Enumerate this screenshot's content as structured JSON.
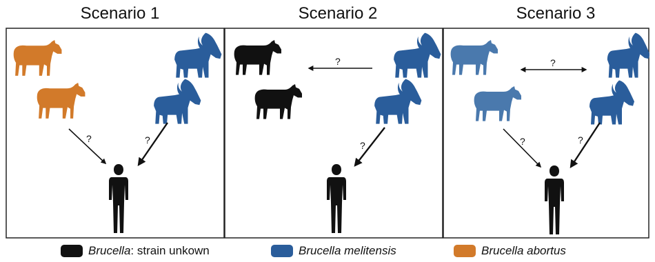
{
  "scenarios": [
    {
      "title": "Scenario 1"
    },
    {
      "title": "Scenario 2"
    },
    {
      "title": "Scenario 3"
    }
  ],
  "transmission_label": "?",
  "colors": {
    "unknown": "#111111",
    "melitensis": "#2a5d9b",
    "melitensis_light": "#4a79ad",
    "abortus": "#d27a2a",
    "border": "#222222"
  },
  "legend": {
    "unknown": {
      "name": "Brucella",
      "suffix": ": strain unkown"
    },
    "melitensis": {
      "name": "Brucella melitensis"
    },
    "abortus": {
      "name": "Brucella abortus"
    }
  }
}
